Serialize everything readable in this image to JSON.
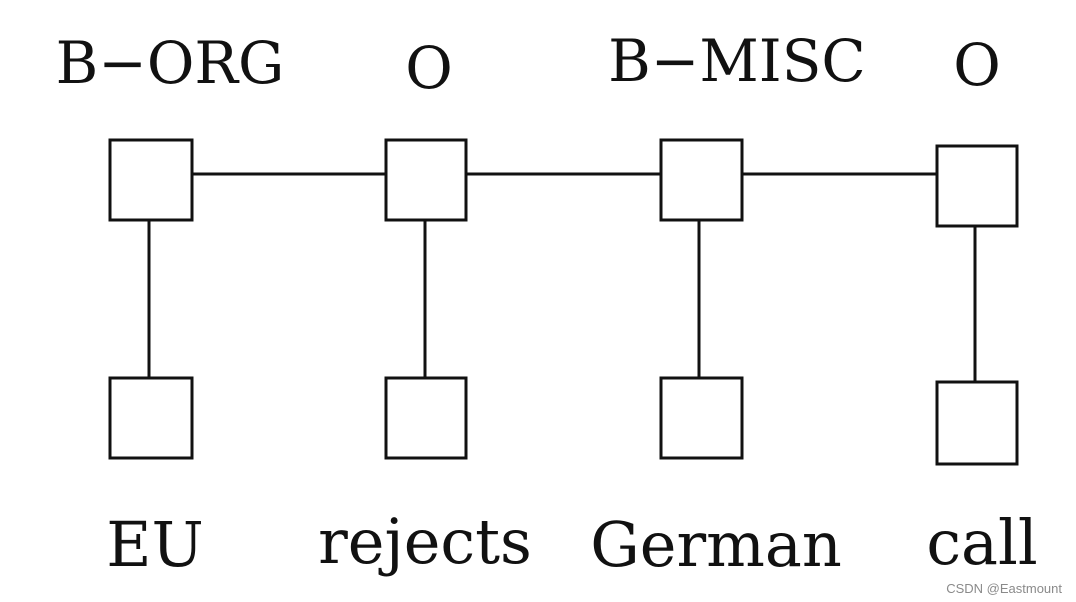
{
  "diagram": {
    "tags": [
      "B−ORG",
      "O",
      "B−MISC",
      "O"
    ],
    "words": [
      "EU",
      "rejects",
      "German",
      "call"
    ],
    "colors": {
      "stroke": "#111111",
      "text": "#111111",
      "background": "#ffffff"
    }
  },
  "watermark": "CSDN @Eastmount"
}
